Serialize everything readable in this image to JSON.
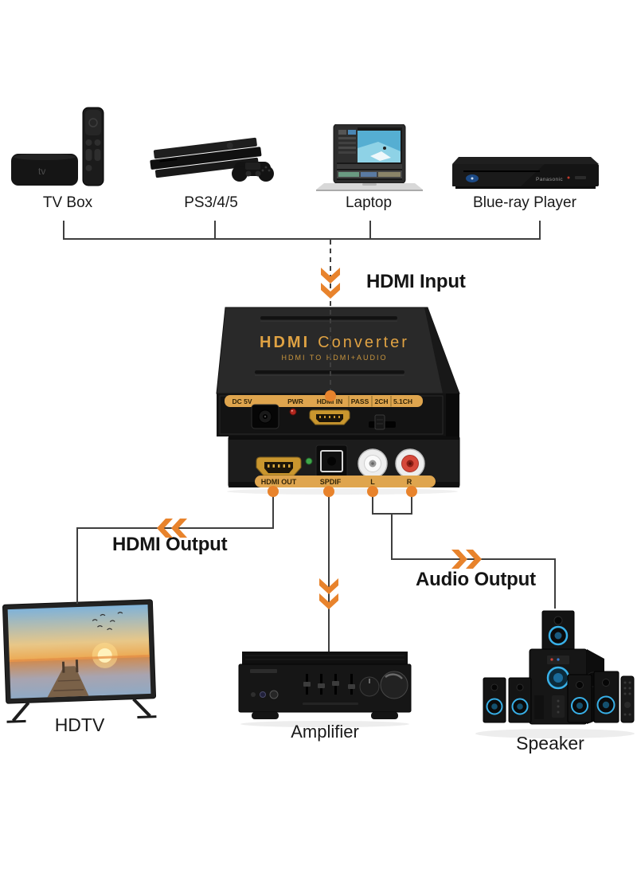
{
  "diagram": {
    "colors": {
      "accent_orange": "#E8832C",
      "strip_gold": "#DFA54E",
      "converter_text_gold": "#DFA243",
      "line_gray": "#3F3F3F",
      "rca_red_port": "#D6483A",
      "power_led_red": "#B3271E",
      "spdif_led_green": "#3FA74A"
    },
    "sources": {
      "tv_box": {
        "label": "TV Box",
        "logo": "tv"
      },
      "ps": {
        "label": "PS3/4/5"
      },
      "laptop": {
        "label": "Laptop"
      },
      "bluray": {
        "label": "Blue-ray Player",
        "brand": "Panasonic"
      }
    },
    "flow": {
      "hdmi_input": "HDMI Input",
      "hdmi_output": "HDMI Output",
      "audio_output": "Audio Output"
    },
    "converter": {
      "title_strong": "HDMI",
      "title_rest": "Converter",
      "subtitle": "HDMI TO HDMI+AUDIO",
      "back_ports": [
        "DC 5V",
        "PWR",
        "HDMI IN",
        "PASS",
        "2CH",
        "5.1CH"
      ],
      "front_ports": [
        "HDMI OUT",
        "SPDIF",
        "L",
        "R"
      ]
    },
    "outputs": {
      "hdtv": {
        "label": "HDTV"
      },
      "amplifier": {
        "label": "Amplifier"
      },
      "speaker": {
        "label": "Speaker"
      }
    }
  }
}
